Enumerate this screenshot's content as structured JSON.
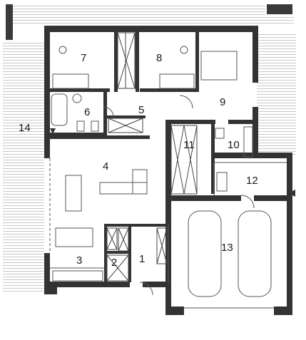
{
  "floor_plan": {
    "rooms": [
      {
        "id": "room-1",
        "label": "1"
      },
      {
        "id": "room-2",
        "label": "2"
      },
      {
        "id": "room-3",
        "label": "3"
      },
      {
        "id": "room-4",
        "label": "4"
      },
      {
        "id": "room-5",
        "label": "5"
      },
      {
        "id": "room-6",
        "label": "6"
      },
      {
        "id": "room-7",
        "label": "7"
      },
      {
        "id": "room-8",
        "label": "8"
      },
      {
        "id": "room-9",
        "label": "9"
      },
      {
        "id": "room-10",
        "label": "10"
      },
      {
        "id": "room-11",
        "label": "11"
      },
      {
        "id": "room-12",
        "label": "12"
      },
      {
        "id": "room-13",
        "label": "13"
      },
      {
        "id": "room-14",
        "label": "14"
      }
    ],
    "colors": {
      "wall": "#333333",
      "line": "#555555",
      "hatch": "#cfcfcf",
      "furniture": "#8a8a8a",
      "background": "#ffffff"
    }
  }
}
